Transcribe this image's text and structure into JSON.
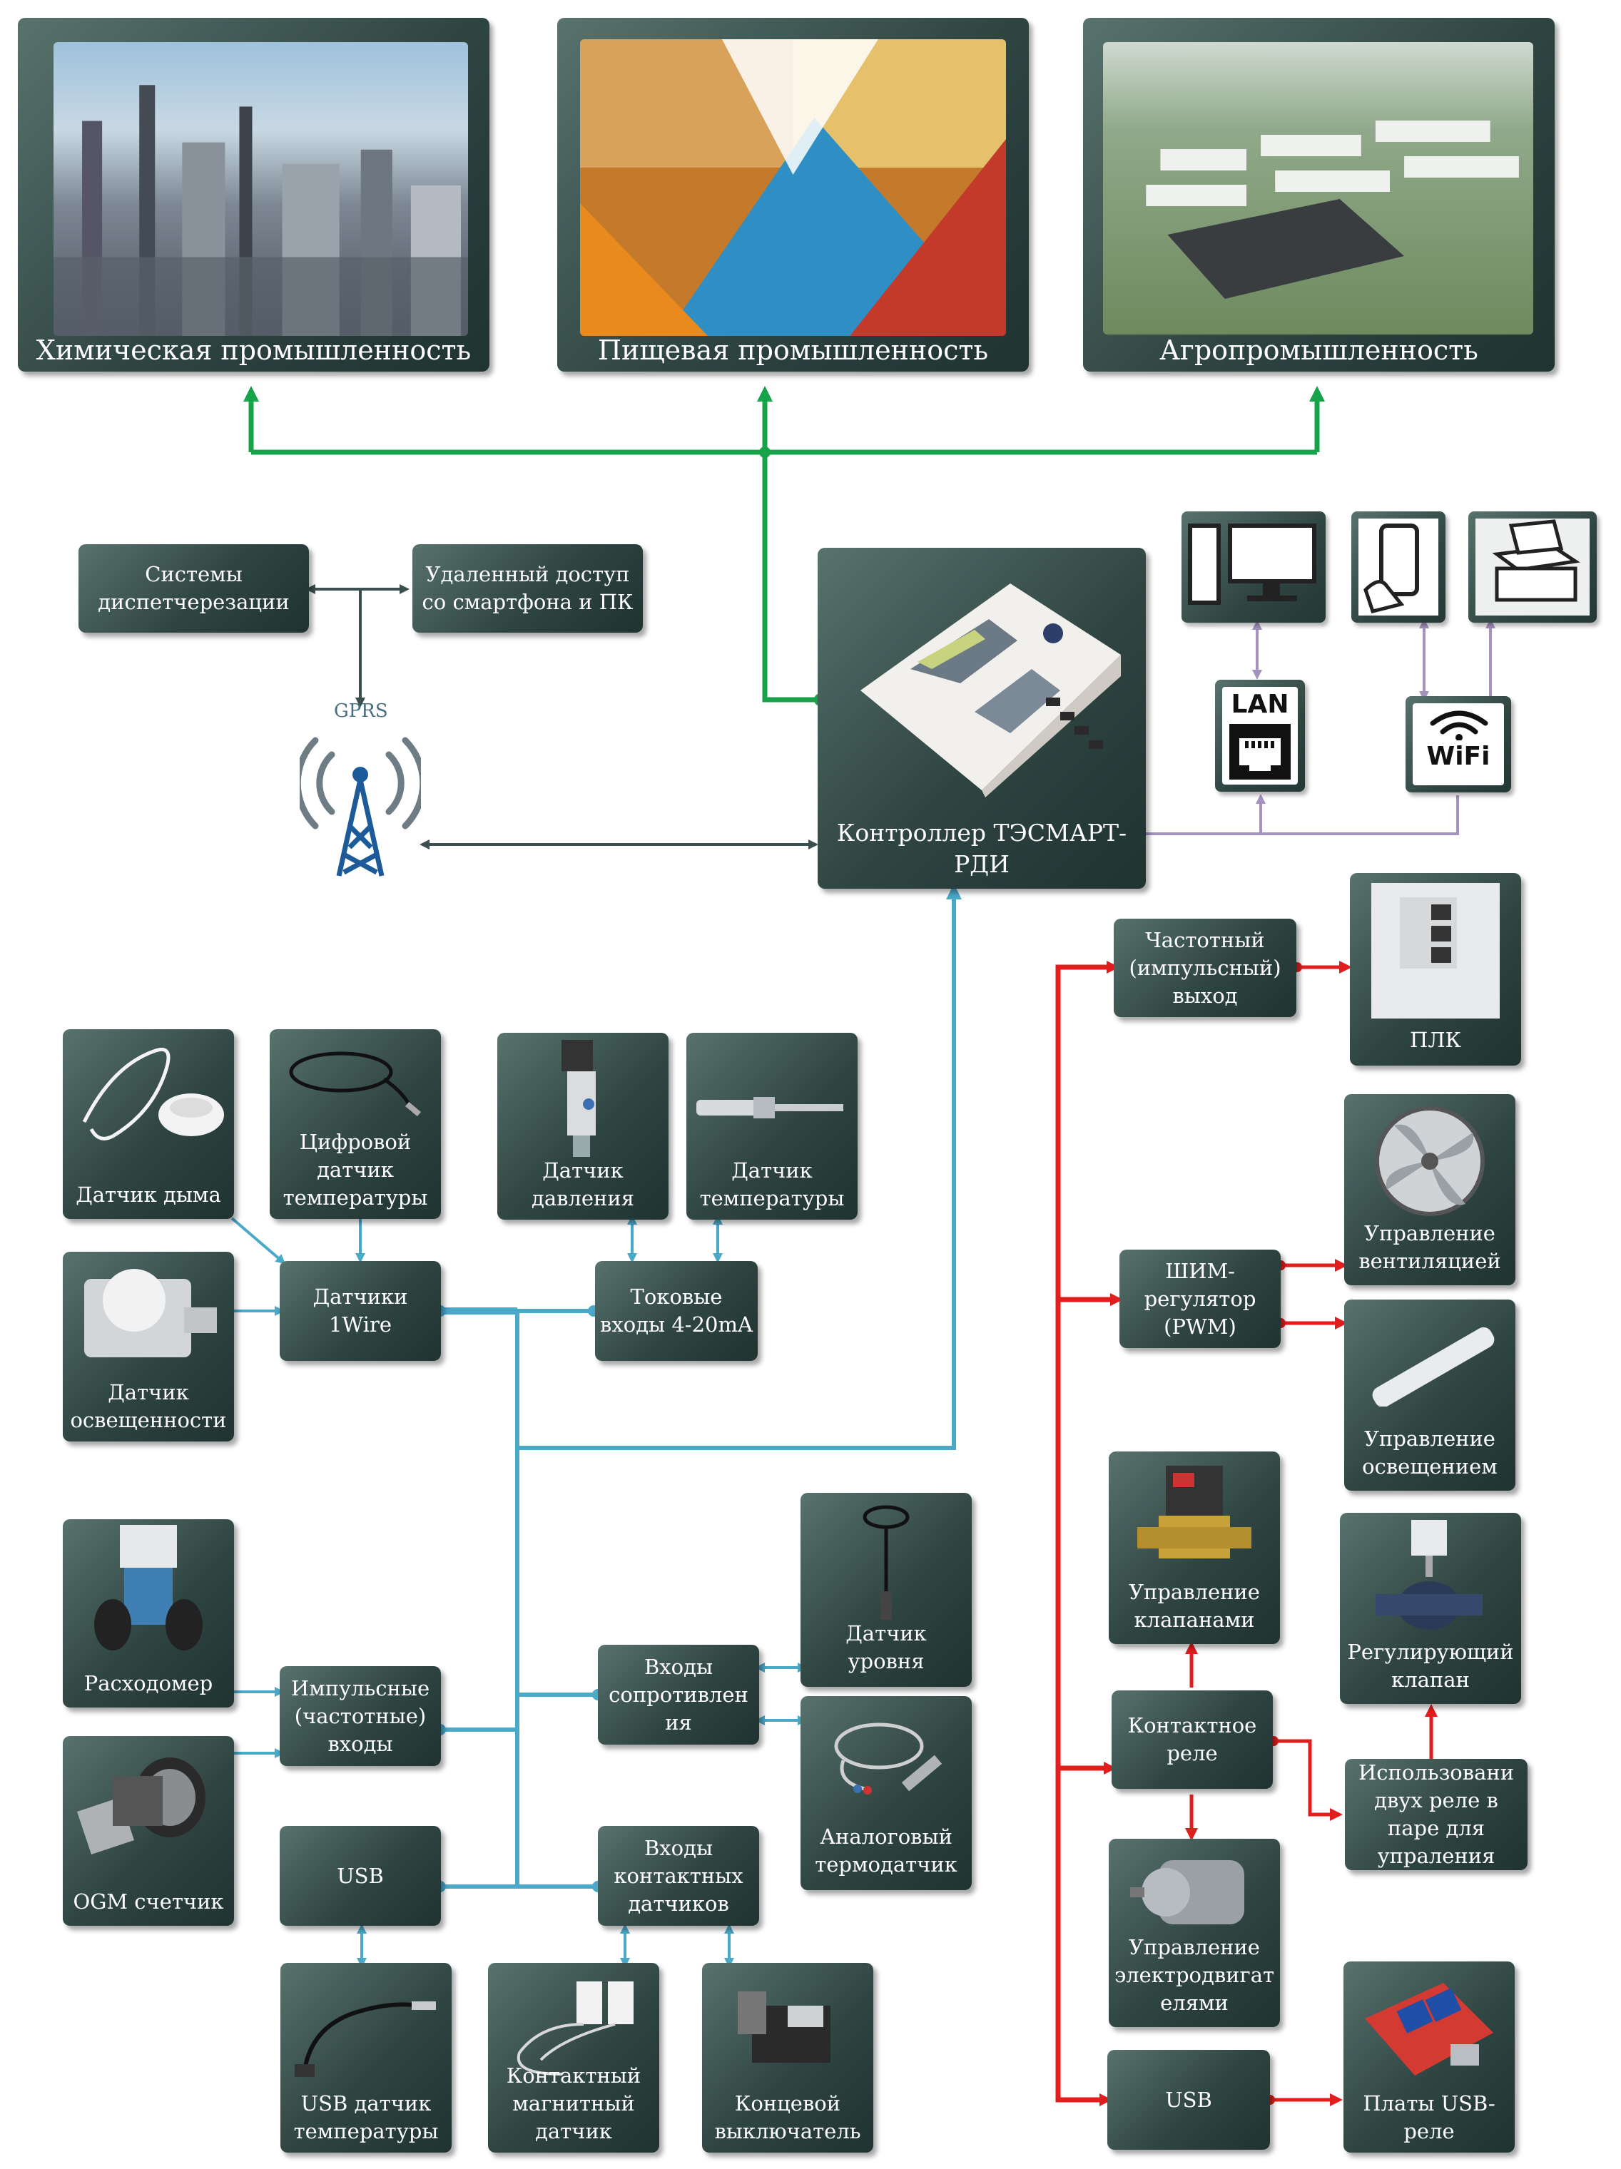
{
  "industries": {
    "chemical": "Химическая промышленность",
    "food": "Пищевая промышленность",
    "agro": "Агропромышленность"
  },
  "dispatch": "Системы диспетчерезации",
  "remote": "Удаленный доступ со смартфона и ПК",
  "gprs": "GPRS",
  "controller": "Контроллер ТЭСМАРТ-РДИ",
  "network": {
    "lan": "LAN",
    "wifi": "WiFi"
  },
  "inputs": {
    "smoke": "Датчик дыма",
    "digital_temp": "Цифровой датчик температуры",
    "pressure": "Датчик давления",
    "temp": "Датчик температуры",
    "light": "Датчик освещенности",
    "onewire": "Датчики 1Wire",
    "current": "Токовые входы 4-20mA",
    "level": "Датчик уровня",
    "flowmeter": "Расходомер",
    "pulse": "Импульсные (частотные) входы",
    "resistance": "Входы сопротивлен ия",
    "analog_temp": "Аналоговый термодатчик",
    "ogm": "OGM счетчик",
    "usb": "USB",
    "contact_inputs": "Входы контактных датчиков",
    "usb_temp": "USB датчик температуры",
    "magnetic": "Контактный магнитный датчик",
    "limit": "Концевой выключатель"
  },
  "outputs": {
    "freq": "Частотный (импульсный) выход",
    "plc": "ПЛК",
    "pwm": "ШИМ-регулятор (PWM)",
    "vent": "Управление вентиляцией",
    "lighting": "Управление освещением",
    "valves": "Управление клапанами",
    "reg_valve": "Регулирующий клапан",
    "relay": "Контактное реле",
    "pair": "Использовани двух реле в паре для упраления",
    "motor": "Управление электродвигат елями",
    "usb": "USB",
    "usb_relay": "Платы USB-реле"
  },
  "colors": {
    "green": "#16a34a",
    "blue": "#4aa8c8",
    "red": "#e11d1d",
    "purple": "#a592bf",
    "dark": "#3b4f4f",
    "box": "#2f4542"
  }
}
